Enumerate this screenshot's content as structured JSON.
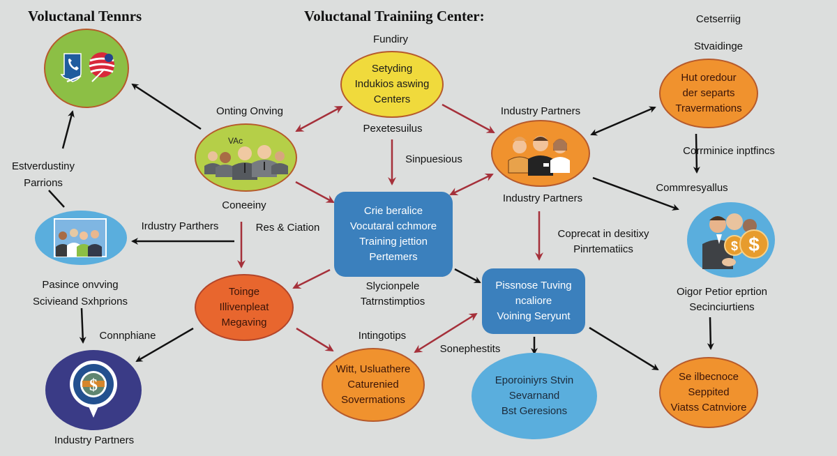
{
  "titles": {
    "left": "Voluctanal Tennrs",
    "center": "Voluctanal Trainiing Center:"
  },
  "top_right_labels": [
    "Cetserriig",
    "Stvaidinge"
  ],
  "labels": {
    "fundiry": "Fundiry",
    "onting_onving": "Onting Onving",
    "pexetesuilus": "Pexetesuilus",
    "industry_partners_top": "Industry Partners",
    "industry_partners_mid": "Industry Partners",
    "industry_partners_bottom_left": "Industry Partners",
    "estverdustiny": [
      "Estverdustiny",
      "Parrions"
    ],
    "coneeiny": "Coneeiny",
    "sinpuesious": "Sinpuesious",
    "irdustry_parthers": "Irdustry Parthers",
    "res_ciation": "Res & Ciation",
    "corrminice": "Corrminice inptfincs",
    "commresyallus": "Commresyallus",
    "coprecat": [
      "Coprecat in desitixy",
      "Pinrtematiics"
    ],
    "pasince": [
      "Pasince onvving",
      "Scivieand Sxhprions"
    ],
    "slycionpele": [
      "Slycionpele",
      "Tatrnstimptios"
    ],
    "oigor": [
      "Oigor Petior eprtion",
      "Secinciurtiens"
    ],
    "compliance": "Connphiane",
    "intingotips": "Intingotips",
    "sonephestits": "Sonephestits"
  },
  "nodes": {
    "funding_center": [
      "Setyding",
      "Indukios aswing",
      "Centers"
    ],
    "hut_oredour": [
      "Hut oredour",
      "der separts",
      "Travermations"
    ],
    "central_box": [
      "Crie beralice",
      "Vocutaral cchmore",
      "Training jettion",
      "Pertemers"
    ],
    "toinge": [
      "Toinge",
      "Illivenpleat",
      "Megaving"
    ],
    "pissnose_box": [
      "Pissnose Tuving",
      "ncaliore",
      "Voining Seryunt"
    ],
    "witt": [
      "Witt, Usluathere",
      "Caturenied",
      "Sovermations"
    ],
    "eporoiniyrs": [
      "Eporoiniyrs Stvin",
      "Sevarnand",
      "Bst Geresions"
    ],
    "se_ilbecnoce": [
      "Se ilbecnoce",
      "Seppited",
      "Viatss Catnviore"
    ]
  },
  "icon_nodes": {
    "phone_flag": "phone-and-flag-icons",
    "team": "business-team-icon",
    "industry_workers": "industry-workers-icon",
    "class_group": "class-group-icon",
    "dollar_handshake": "dollar-handshake-icon",
    "dollar_badge": "dollar-badge-icon"
  },
  "colors": {
    "background": "#dcdedd",
    "green": "#8cbf45",
    "yellow": "#f0da3c",
    "orange": "#f0922e",
    "red_orange": "#e8662e",
    "blue_box": "#3b80bd",
    "light_blue": "#5aaedd",
    "navy": "#3a3b86",
    "arrow_red": "#a5303a",
    "arrow_black": "#111111"
  }
}
